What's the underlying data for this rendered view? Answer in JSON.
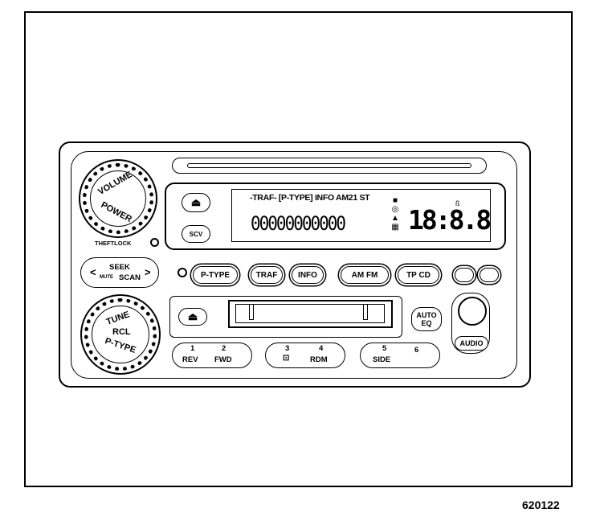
{
  "figure_id": "620122",
  "knobs": {
    "volume_top": "VOLUME",
    "volume_bottom": "POWER",
    "tune_top": "TUNE",
    "tune_middle": "RCL",
    "tune_bottom": "P-TYPE"
  },
  "theft_lock_label": "THEFTLOCK",
  "eject_symbol": "⏏",
  "seek_scan": {
    "top": "SEEK",
    "bottom": "SCAN",
    "mid": "MUTE",
    "left_arrow": "<",
    "right_arrow": ">"
  },
  "scv_label": "SCV",
  "lcd": {
    "status_line": "-TRAF- [P-TYPE] INFO AM21 ST",
    "segments": "00000000000",
    "clock": "18:8.8",
    "icons": [
      "■",
      "◎",
      "▲",
      "▦"
    ],
    "mini": "ß"
  },
  "buttons": {
    "ptype": "P-TYPE",
    "traf": "TRAF",
    "info": "INFO",
    "amfm": "AM FM",
    "tpcd": "TP CD",
    "auto_eq_top": "AUTO",
    "auto_eq_bottom": "EQ",
    "audio": "AUDIO"
  },
  "presets": [
    {
      "num": "1",
      "label": "REV"
    },
    {
      "num": "2",
      "label": "FWD"
    },
    {
      "num": "3",
      "label": "⊡"
    },
    {
      "num": "4",
      "label": "RDM"
    },
    {
      "num": "5",
      "label": "SIDE"
    },
    {
      "num": "6",
      "label": ""
    }
  ]
}
